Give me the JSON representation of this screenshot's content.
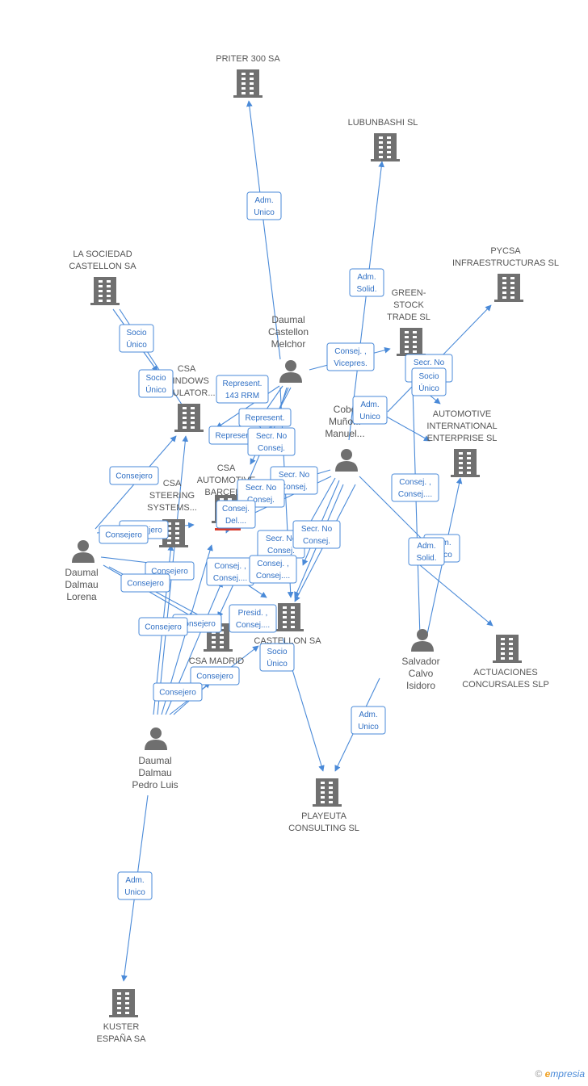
{
  "brand": {
    "copyright": "©",
    "e": "e",
    "name": "mpresia"
  },
  "companies": [
    {
      "id": "priter",
      "lines": [
        "PRITER 300 SA"
      ]
    },
    {
      "id": "lubunbashi",
      "lines": [
        "LUBUNBASHI SL"
      ]
    },
    {
      "id": "sociedad",
      "lines": [
        "LA SOCIEDAD",
        "CASTELLON SA"
      ]
    },
    {
      "id": "pycsa",
      "lines": [
        "PYCSA",
        "INFRAESTRUCTURAS SL"
      ]
    },
    {
      "id": "greenstock",
      "lines": [
        "GREEN-",
        "STOCK",
        "TRADE SL"
      ]
    },
    {
      "id": "csawindows",
      "lines": [
        "CSA",
        "WINDOWS",
        "INSULATOR..."
      ]
    },
    {
      "id": "automotive_int",
      "lines": [
        "AUTOMOTIVE",
        "INTERNATIONAL",
        "ENTERPRISE SL"
      ]
    },
    {
      "id": "csaautomotive",
      "lines": [
        "CSA",
        "AUTOMOTIVE",
        "BARCEL..."
      ]
    },
    {
      "id": "csasteering",
      "lines": [
        "CSA",
        "STEERING",
        "SYSTEMS..."
      ]
    },
    {
      "id": "csacastellon",
      "lines": [
        "CASTELLON SA"
      ]
    },
    {
      "id": "csamadrid",
      "lines": [
        "CSA MADRID",
        "R... SL"
      ]
    },
    {
      "id": "actuaciones",
      "lines": [
        "ACTUACIONES",
        "CONCURSALES SLP"
      ]
    },
    {
      "id": "playeuta",
      "lines": [
        "PLAYEUTA",
        "CONSULTING SL"
      ]
    },
    {
      "id": "kuster",
      "lines": [
        "KUSTER",
        "ESPAÑA SA"
      ]
    }
  ],
  "people": [
    {
      "id": "melchor",
      "lines": [
        "Daumal",
        "Castellon",
        "Melchor"
      ]
    },
    {
      "id": "cobo",
      "lines": [
        "Cobo",
        "Muño...",
        "Manuel..."
      ]
    },
    {
      "id": "lorena",
      "lines": [
        "Daumal",
        "Dalmau",
        "Lorena"
      ]
    },
    {
      "id": "salvador",
      "lines": [
        "Salvador",
        "Calvo",
        "Isidoro"
      ]
    },
    {
      "id": "pedro",
      "lines": [
        "Daumal",
        "Dalmau",
        "Pedro Luis"
      ]
    }
  ],
  "relations": [
    {
      "id": "r1",
      "lines": [
        "Adm.",
        "Unico"
      ]
    },
    {
      "id": "r2",
      "lines": [
        "Adm.",
        "Solid."
      ]
    },
    {
      "id": "r3",
      "lines": [
        "Socio",
        "Único"
      ]
    },
    {
      "id": "r4",
      "lines": [
        "Socio",
        "Único"
      ]
    },
    {
      "id": "r5",
      "lines": [
        "Consej. ,",
        "Vicepres."
      ]
    },
    {
      "id": "r6",
      "lines": [
        "Secr. No",
        "Consej."
      ]
    },
    {
      "id": "r7",
      "lines": [
        "Socio",
        "Único"
      ]
    },
    {
      "id": "r8",
      "lines": [
        "Represent.",
        "143 RRM"
      ]
    },
    {
      "id": "r9",
      "lines": [
        "Represent."
      ]
    },
    {
      "id": "r10",
      "lines": [
        "Represent."
      ]
    },
    {
      "id": "r11",
      "lines": [
        "Secr. No",
        "Consej."
      ]
    },
    {
      "id": "r12",
      "lines": [
        "Adm.",
        "Unico"
      ]
    },
    {
      "id": "r13",
      "lines": [
        "Consejero"
      ]
    },
    {
      "id": "r14",
      "lines": [
        "Secr. No",
        "Consej."
      ]
    },
    {
      "id": "r15",
      "lines": [
        "Secr. No",
        "Consej."
      ]
    },
    {
      "id": "r16",
      "lines": [
        "Consej.",
        "Del...."
      ]
    },
    {
      "id": "r17",
      "lines": [
        "Consej. ,",
        "Consej...."
      ]
    },
    {
      "id": "r18",
      "lines": [
        "Consejero"
      ]
    },
    {
      "id": "r19",
      "lines": [
        "Consejero"
      ]
    },
    {
      "id": "r20",
      "lines": [
        "Secr. No",
        "Consej."
      ]
    },
    {
      "id": "r21",
      "lines": [
        "Secr. No",
        "Consej."
      ]
    },
    {
      "id": "r22",
      "lines": [
        "Adm.",
        "Unico"
      ]
    },
    {
      "id": "r23",
      "lines": [
        "Adm.",
        "Solid."
      ]
    },
    {
      "id": "r24",
      "lines": [
        "Consejero"
      ]
    },
    {
      "id": "r25",
      "lines": [
        "Consej. ,",
        "Consej...."
      ]
    },
    {
      "id": "r26",
      "lines": [
        "Consej. ,",
        "Consej...."
      ]
    },
    {
      "id": "r27",
      "lines": [
        "Consejero"
      ]
    },
    {
      "id": "r28",
      "lines": [
        "Consejero"
      ]
    },
    {
      "id": "r29",
      "lines": [
        "Consejero"
      ]
    },
    {
      "id": "r30",
      "lines": [
        "Presid. ,",
        "Consej...."
      ]
    },
    {
      "id": "r31",
      "lines": [
        "Socio",
        "Único"
      ]
    },
    {
      "id": "r32",
      "lines": [
        "Consejero"
      ]
    },
    {
      "id": "r33",
      "lines": [
        "Consejero"
      ]
    },
    {
      "id": "r34",
      "lines": [
        "Adm.",
        "Unico"
      ]
    },
    {
      "id": "r35",
      "lines": [
        "Adm.",
        "Unico"
      ]
    }
  ]
}
